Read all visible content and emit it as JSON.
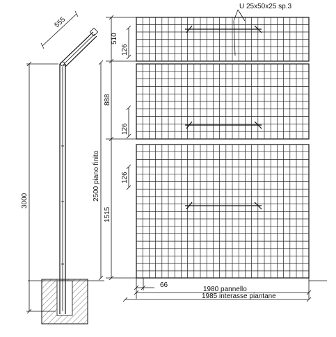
{
  "labels": {
    "profile": "U 25x50x25 sp.3",
    "panel_width": "1980 pannello",
    "post_spacing": "1985 interasse piantane",
    "post_height": "3000",
    "finished_level": "2500 piano finito",
    "arm_length": "555",
    "panel_top_height": "510",
    "panel_mid_height": "888",
    "panel_bottom_height": "1515",
    "mesh_top": "126",
    "mesh_mid": "126",
    "mesh_bottom": "126",
    "offset": "66"
  },
  "colors": {
    "line": "#111111",
    "hatch": "#555555",
    "background": "#ffffff"
  }
}
